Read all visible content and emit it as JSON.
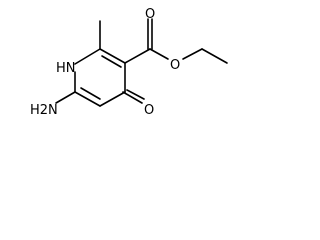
{
  "molecule": {
    "atoms": {
      "nh": "HN",
      "o_carbonyl": "O",
      "o_ester": "O",
      "o_ring": "O",
      "amino": "H2N"
    }
  },
  "colors": {
    "bond": "#000000",
    "label": "#000000",
    "background": "#ffffff"
  }
}
